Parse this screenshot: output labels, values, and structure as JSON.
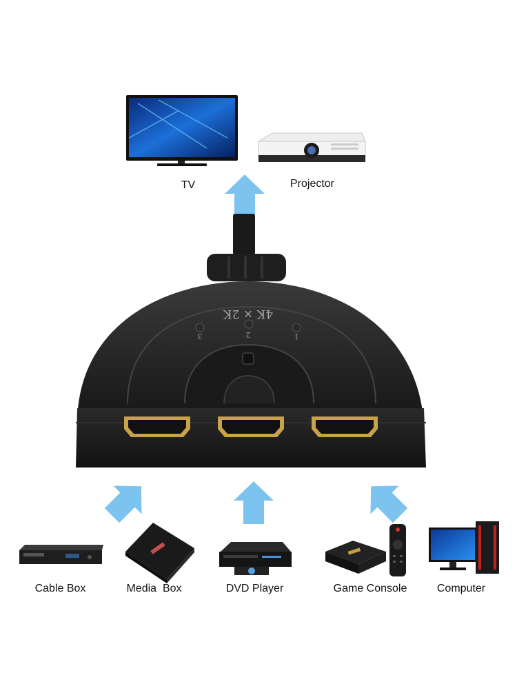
{
  "outputs": {
    "tv_label": "TV",
    "projector_label": "Projector"
  },
  "switcher": {
    "brand_text": "4K × 2K",
    "port_labels": [
      "1",
      "2",
      "3"
    ]
  },
  "inputs": {
    "cable_box_label": "Cable Box",
    "media_box_label": "Media  Box",
    "dvd_player_label": "DVD Player",
    "game_console_label": "Game Console",
    "computer_label": "Computer"
  },
  "colors": {
    "arrow": "#7cc3ef",
    "device_body": "#1e1e1e",
    "hdmi_gold": "#c9a24a",
    "screen_blue": "#1c6fd8"
  },
  "icons": [
    "tv-icon",
    "projector-icon",
    "hdmi-switcher-icon",
    "arrow-up-icon",
    "cable-box-icon",
    "media-box-icon",
    "dvd-player-icon",
    "game-console-icon",
    "remote-control-icon",
    "computer-icon"
  ]
}
